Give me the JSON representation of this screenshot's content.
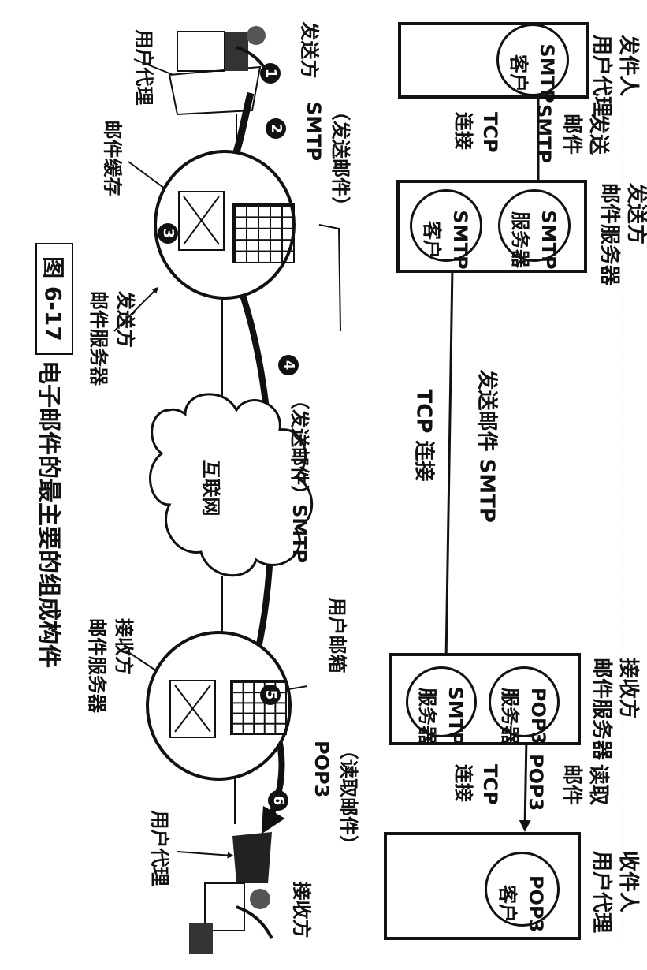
{
  "top_diagram": {
    "sender_ua_label": "发件人\n用户代理",
    "sender_ua_client": "SMTP\n客户",
    "send_mail_label": "发送\n邮件",
    "smtp_label": "SMTP",
    "tcp_connect_label": "TCP\n连接",
    "sender_server_label": "发送方\n邮件服务器",
    "sender_server_smtp_server": "SMTP\n服务器",
    "sender_server_smtp_client": "SMTP\n客户",
    "send_mail_smtp_label": "发送邮件 SMTP",
    "tcp_connection_label": "TCP 连接",
    "receiver_server_label": "接收方\n邮件服务器",
    "receiver_server_pop3_server": "POP3\n服务器",
    "receiver_server_smtp_server": "SMTP\n服务器",
    "read_mail_label": "读取\n邮件",
    "pop3_label": "POP3",
    "tcp_connect_label_2": "TCP\n连接",
    "receiver_ua_label": "收件人\n用户代理",
    "receiver_ua_client": "POP3\n客户"
  },
  "bottom_diagram": {
    "sender_label": "发送方",
    "user_agent_label_1": "用户代理",
    "send_mail_smtp_1": "（发送邮件）\nSMTP",
    "mail_cache_label": "邮件缓存",
    "sender_mail_server_label": "发送方\n邮件服务器",
    "send_mail_smtp_4": "（发送邮件）SMTP",
    "internet_label": "互联网",
    "receiver_mail_server_label": "接收方\n邮件服务器",
    "user_mailbox_label": "用户邮箱",
    "read_mail_pop3": "（读取邮件）\nPOP3",
    "user_agent_label_2": "用户代理",
    "receiver_label": "接收方",
    "steps": [
      "1",
      "2",
      "3",
      "4",
      "5",
      "6"
    ]
  },
  "caption": {
    "figure_number": "图 6-17",
    "title": "电子邮件的最主要的组成构件"
  }
}
